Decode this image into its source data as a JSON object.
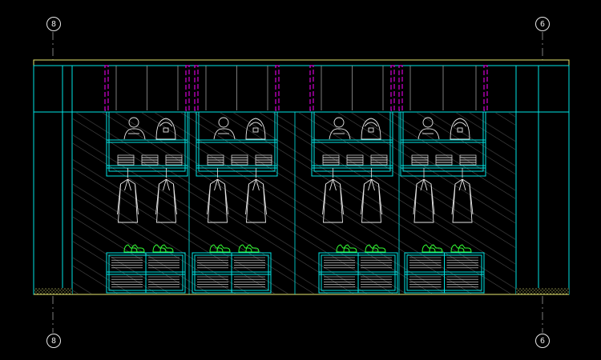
{
  "gridlines": {
    "left_label": "8",
    "right_label": "6"
  },
  "colors": {
    "background": "#000000",
    "cyan": "#00e5e5",
    "magenta": "#ff00ff",
    "green": "#33ff33",
    "white": "#e6e6e6",
    "gray": "#9a9a9a",
    "yellow": "#e8e870",
    "hatch": "#808080"
  },
  "bays": [
    {
      "name": "bay-1"
    },
    {
      "name": "bay-2"
    },
    {
      "name": "bay-3"
    },
    {
      "name": "bay-4"
    }
  ]
}
